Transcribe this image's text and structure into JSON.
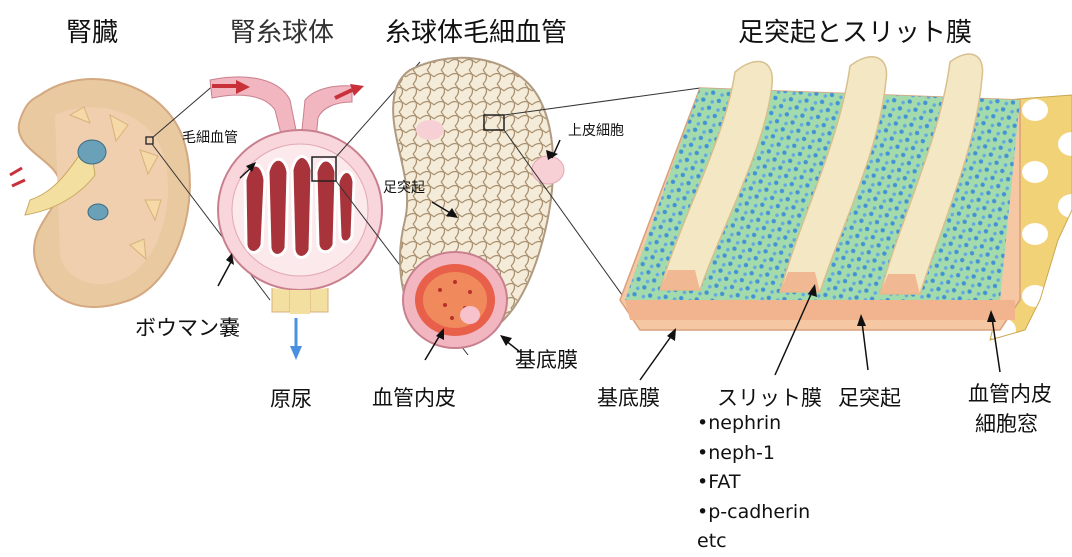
{
  "headings": {
    "kidney": "腎臓",
    "glomerulus": "腎糸球体",
    "capillary": "糸球体毛細血管",
    "foot_process": "足突起とスリット膜"
  },
  "labels": {
    "bowman": "ボウマン嚢",
    "primary_urine": "原尿",
    "capillary_small": "毛細血管",
    "foot_process_small": "足突起",
    "epithelial_cell": "上皮細胞",
    "endothelium": "血管内皮",
    "gbm_mid": "基底膜",
    "gbm_right": "基底膜",
    "slit_membrane": "スリット膜",
    "foot_process_right": "足突起",
    "endothelial_fenestra_line1": "血管内皮",
    "endothelial_fenestra_line2": "細胞窓"
  },
  "molecules": [
    "•nephrin",
    "•neph-1",
    "•FAT",
    "•p-cadherin",
    "etc"
  ],
  "colors": {
    "kidney_tan": "#e8c9a0",
    "kidney_inner": "#f3dfa0",
    "pink": "#f2b6c0",
    "red_vessel": "#c8303a",
    "membrane_peach": "#f6c7a3",
    "foot_cream": "#f4e8c4",
    "slit_green": "#8fd3a0",
    "slit_blue": "#3a8fd8",
    "endothelium_yellow": "#f2d277",
    "urine_arrow": "#4a90e2"
  }
}
